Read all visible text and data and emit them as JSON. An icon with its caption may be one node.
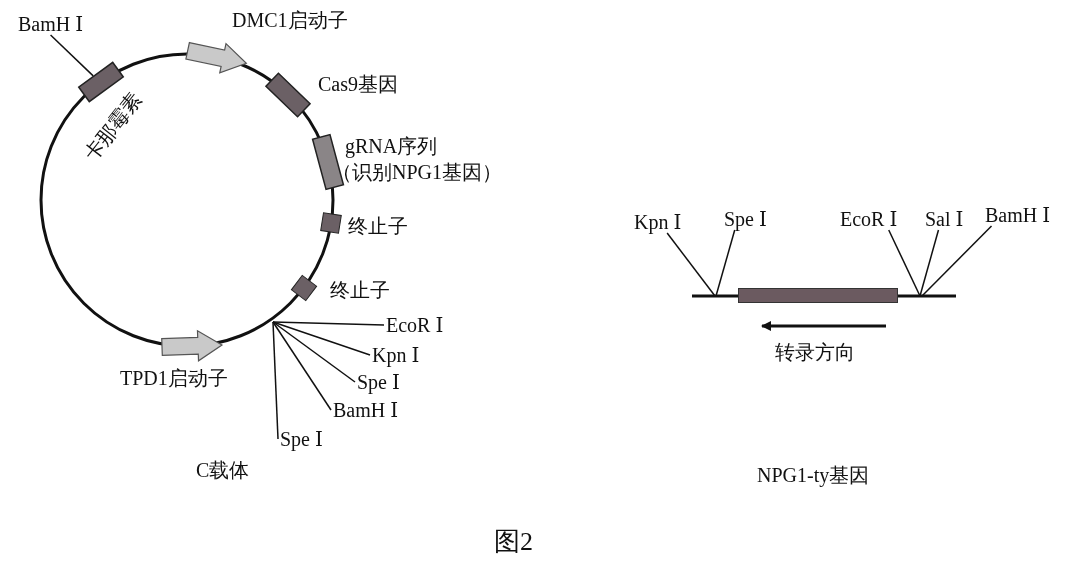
{
  "diagram": {
    "caption": "图2",
    "nodes": [
      {
        "text": [
          "BamH Ⅰ"
        ]
      },
      {
        "text": [
          "卡那霉素"
        ]
      },
      {
        "text": [
          "DMC1启动子"
        ]
      },
      {
        "text": [
          "Cas9基因"
        ]
      },
      {
        "text": [
          "gRNA序列",
          "（识别NPG1基因）"
        ]
      },
      {
        "text": [
          "终止子"
        ]
      },
      {
        "text": [
          "终止子"
        ]
      },
      {
        "text": [
          "TPD1启动子"
        ]
      },
      {
        "text": [
          "EcoR Ⅰ"
        ]
      },
      {
        "text": [
          "Kpn Ⅰ"
        ]
      },
      {
        "text": [
          "Spe Ⅰ"
        ]
      },
      {
        "text": [
          "BamH Ⅰ"
        ]
      },
      {
        "text": [
          "Spe Ⅰ"
        ]
      },
      {
        "text": [
          "Kpn Ⅰ"
        ]
      },
      {
        "text": [
          "Spe Ⅰ"
        ]
      },
      {
        "text": [
          "EcoR Ⅰ"
        ]
      },
      {
        "text": [
          "Sal Ⅰ"
        ]
      },
      {
        "text": [
          "BamH Ⅰ"
        ]
      },
      {
        "text": [],
        "shape": "bar"
      }
    ],
    "edges": [
      {
        "from": 0,
        "to": 1,
        "arrow": "none"
      },
      {
        "from": 8,
        "to": null,
        "arrow": "none"
      },
      {
        "from": 9,
        "to": null,
        "arrow": "none"
      },
      {
        "from": 10,
        "to": null,
        "arrow": "none"
      },
      {
        "from": 11,
        "to": null,
        "arrow": "none"
      },
      {
        "from": 12,
        "to": null,
        "arrow": "none"
      },
      {
        "from": 13,
        "to": null,
        "arrow": "none"
      },
      {
        "from": 14,
        "to": null,
        "arrow": "none"
      },
      {
        "from": 15,
        "to": null,
        "arrow": "none"
      },
      {
        "from": 16,
        "to": null,
        "arrow": "none"
      },
      {
        "from": 17,
        "to": null,
        "arrow": "none"
      }
    ],
    "labels": [
      "C载体",
      "转录方向",
      "NPG1-ty基因"
    ]
  }
}
